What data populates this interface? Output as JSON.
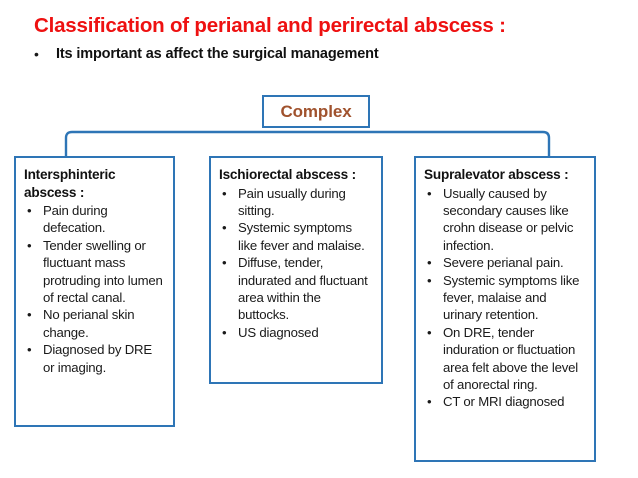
{
  "slide": {
    "title": "Classification of perianal and perirectal abscess :",
    "subtitle_bullet": "•",
    "subtitle": "Its important as affect the surgical management",
    "title_color": "#ee1111",
    "accent_color": "#2e75b6",
    "complex_label_color": "#a0522d"
  },
  "root_node": {
    "label": "Complex"
  },
  "boxes": [
    {
      "heading": "Intersphinteric abscess :",
      "bullet_glyph": "•",
      "items": [
        "Pain during defecation.",
        "Tender swelling or fluctuant mass protruding into lumen of rectal canal.",
        "No perianal skin change.",
        "Diagnosed by DRE or imaging."
      ]
    },
    {
      "heading": "Ischiorectal abscess :",
      "bullet_glyph": "•",
      "items": [
        "Pain usually during sitting.",
        "Systemic symptoms like fever and malaise.",
        "Diffuse, tender, indurated and fluctuant area within the buttocks.",
        "US diagnosed"
      ]
    },
    {
      "heading": "Supralevator abscess :",
      "bullet_glyph": "•",
      "items": [
        "Usually caused by secondary causes like crohn disease or pelvic infection.",
        "Severe perianal pain.",
        "Systemic symptoms like fever, malaise and urinary retention.",
        "On DRE, tender induration or fluctuation area felt above the level of anorectal ring.",
        "CT or MRI diagnosed"
      ]
    }
  ]
}
